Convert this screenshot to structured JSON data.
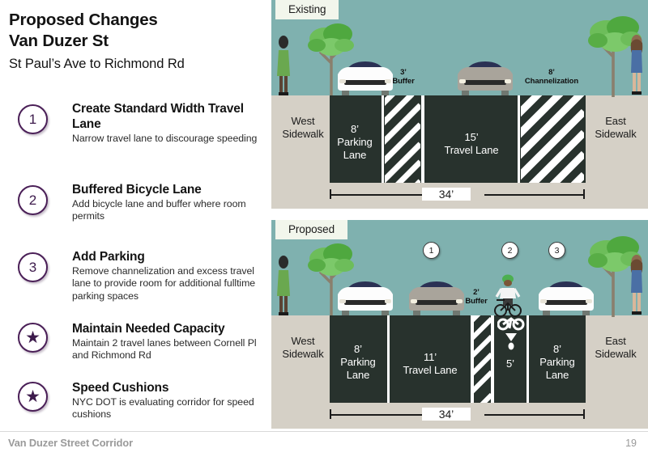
{
  "slide": {
    "title_line1": "Proposed Changes",
    "title_line2": "Van Duzer St",
    "subtitle": "St Paul’s Ave to Richmond Rd"
  },
  "footer": {
    "label": "Van Duzer Street Corridor",
    "page": "19"
  },
  "colors": {
    "accent_purple": "#3d1b4c",
    "sky_teal": "#7fb1af",
    "sidewalk": "#d5d0c6",
    "road": "#28322d",
    "marking_white": "#ffffff",
    "label_box": "#f2f6ec",
    "footer_grey": "#9a9a9a"
  },
  "changes": [
    {
      "marker": "1",
      "marker_type": "number",
      "heading": "Create Standard Width Travel Lane",
      "detail": "Narrow travel lane to discourage speeding"
    },
    {
      "marker": "2",
      "marker_type": "number",
      "heading": "Buffered Bicycle Lane",
      "detail": "Add bicycle lane and buffer where room permits"
    },
    {
      "marker": "3",
      "marker_type": "number",
      "heading": "Add Parking",
      "detail": "Remove channelization and excess travel lane to provide room for additional fulltime parking spaces"
    },
    {
      "marker": "★",
      "marker_type": "star",
      "heading": "Maintain Needed Capacity",
      "detail": "Maintain 2 travel lanes between Cornell Pl and Richmond Rd"
    },
    {
      "marker": "★",
      "marker_type": "star",
      "heading": "Speed Cushions",
      "detail": "NYC DOT is evaluating corridor for speed cushions"
    }
  ],
  "existing": {
    "scene_label": "Existing",
    "west_sidewalk": "West\nSidewalk",
    "east_sidewalk": "East\nSidewalk",
    "top_callouts": [
      {
        "line1": "3’",
        "line2": "Buffer"
      },
      {
        "line1": "8’",
        "line2": "Channelization"
      }
    ],
    "lanes": [
      {
        "width": "8’",
        "name": "Parking\nLane",
        "kind": "parking"
      },
      {
        "width": "3’",
        "name": "Buffer",
        "kind": "hatch"
      },
      {
        "width": "15’",
        "name": "Travel Lane",
        "kind": "travel"
      },
      {
        "width": "8’",
        "name": "Channelization",
        "kind": "hatch"
      }
    ],
    "total_width": "34’"
  },
  "proposed": {
    "scene_label": "Proposed",
    "west_sidewalk": "West\nSidewalk",
    "east_sidewalk": "East\nSidewalk",
    "top_callouts": [
      {
        "line1": "2’",
        "line2": "Buffer"
      }
    ],
    "callout_badges": [
      "1",
      "2",
      "3"
    ],
    "lanes": [
      {
        "width": "8’",
        "name": "Parking\nLane",
        "kind": "parking"
      },
      {
        "width": "11’",
        "name": "Travel Lane",
        "kind": "travel"
      },
      {
        "width": "2’",
        "name": "Buffer",
        "kind": "hatch"
      },
      {
        "width": "5’",
        "name": "",
        "kind": "bike"
      },
      {
        "width": "8’",
        "name": "Parking\nLane",
        "kind": "parking"
      }
    ],
    "total_width": "34’"
  }
}
